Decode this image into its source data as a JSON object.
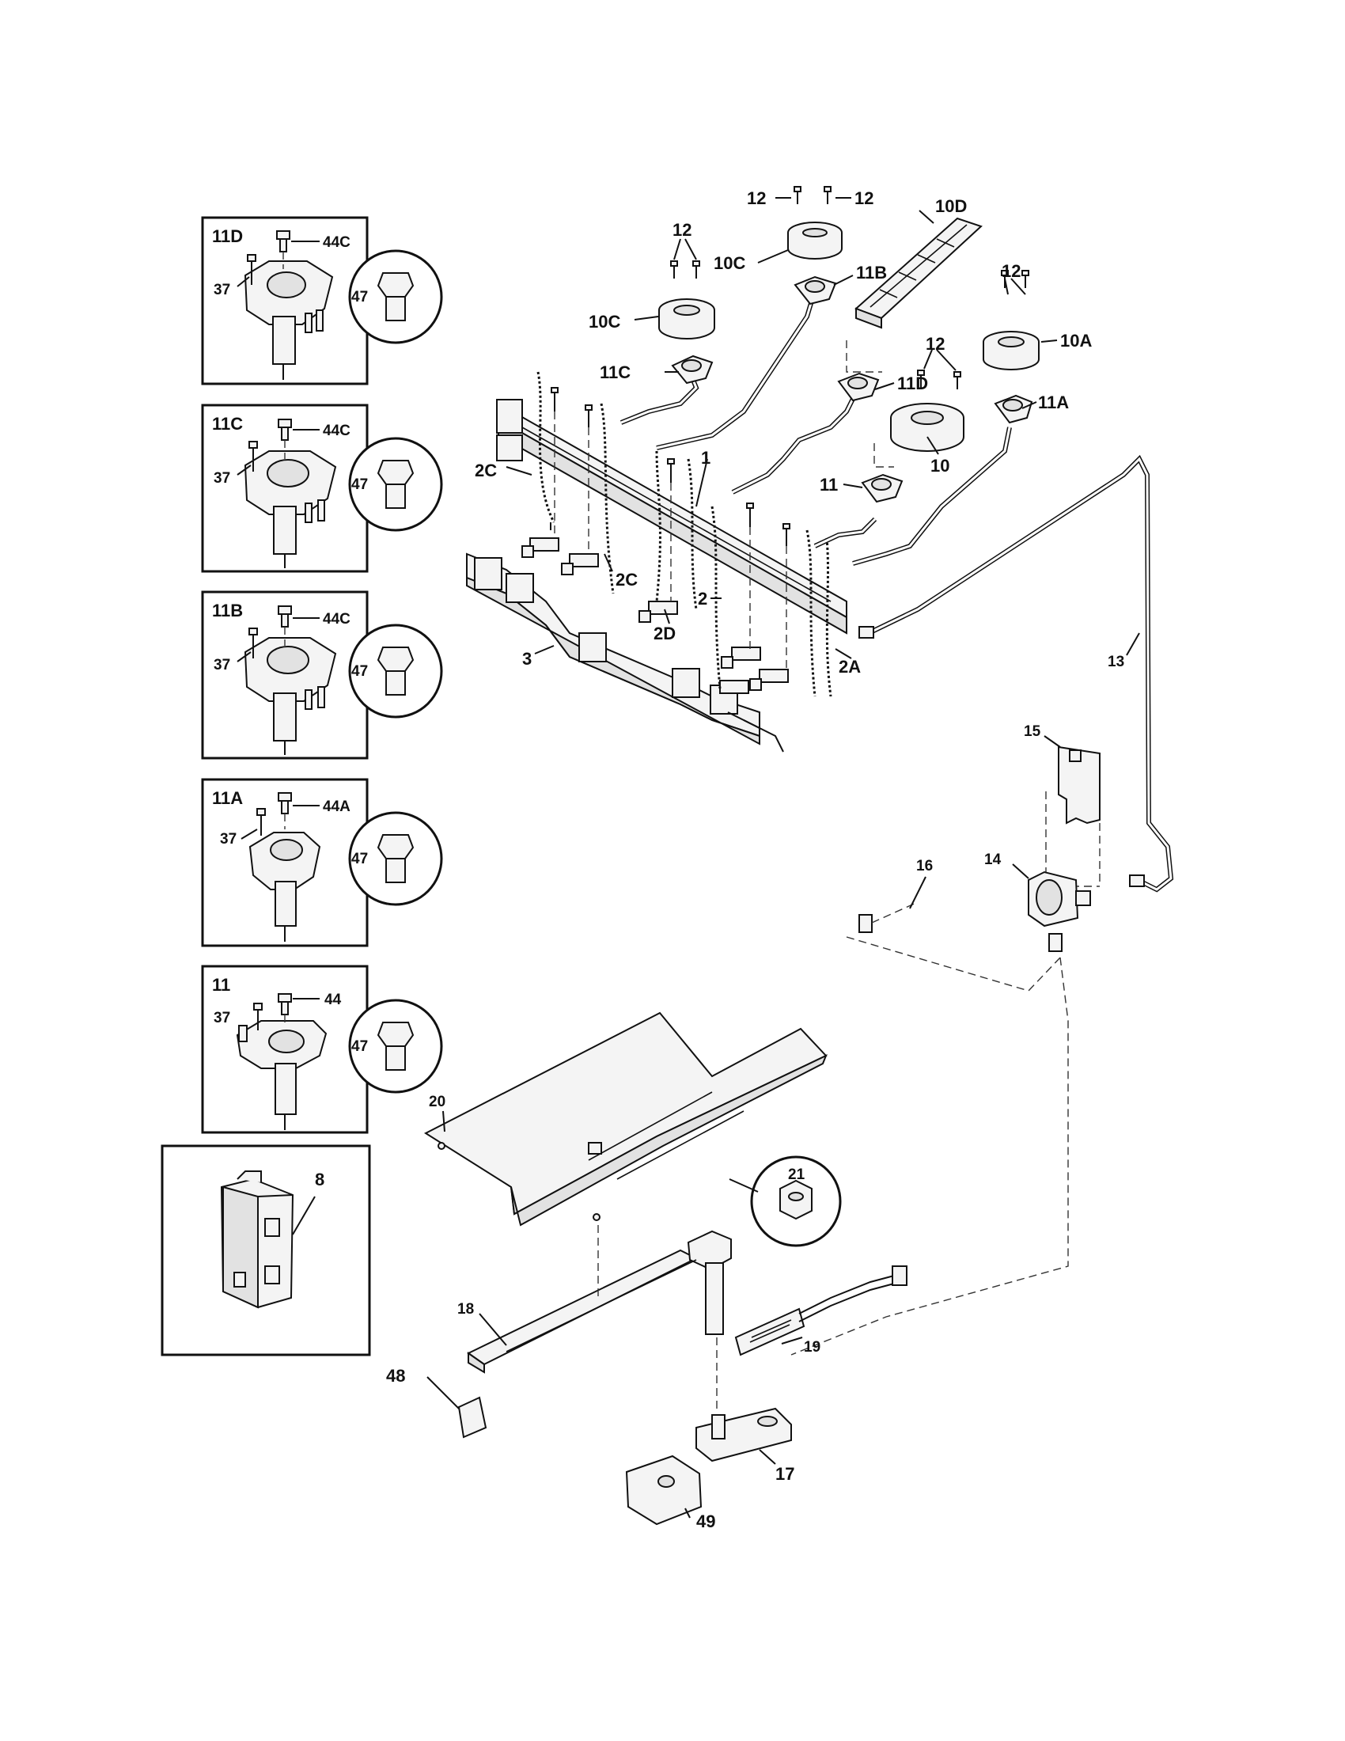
{
  "callouts": {
    "c1": "1",
    "c2a": "2",
    "c2A": "2A",
    "c2C_a": "2C",
    "c2C_b": "2C",
    "c2D": "2D",
    "c3": "3",
    "c8": "8",
    "c10": "10",
    "c10A": "10A",
    "c10C_a": "10C",
    "c10C_b": "10C",
    "c10D": "10D",
    "c11": "11",
    "c11A": "11A",
    "c11B": "11B",
    "c11C": "11C",
    "c11D": "11D",
    "c12_a": "12",
    "c12_b": "12",
    "c12_c": "12",
    "c12_d": "12",
    "c12_e": "12",
    "c13": "13",
    "c14": "14",
    "c15": "15",
    "c16": "16",
    "c17": "17",
    "c18": "18",
    "c19": "19",
    "c20": "20",
    "c21": "21",
    "c48": "48",
    "c49": "49"
  },
  "insets": [
    {
      "title": "11D",
      "orifice": "44C",
      "screw": "37",
      "detail": "47"
    },
    {
      "title": "11C",
      "orifice": "44C",
      "screw": "37",
      "detail": "47"
    },
    {
      "title": "11B",
      "orifice": "44C",
      "screw": "37",
      "detail": "47"
    },
    {
      "title": "11A",
      "orifice": "44A",
      "screw": "37",
      "detail": "47"
    },
    {
      "title": "11",
      "orifice": "44",
      "screw": "37",
      "detail": "47"
    }
  ]
}
